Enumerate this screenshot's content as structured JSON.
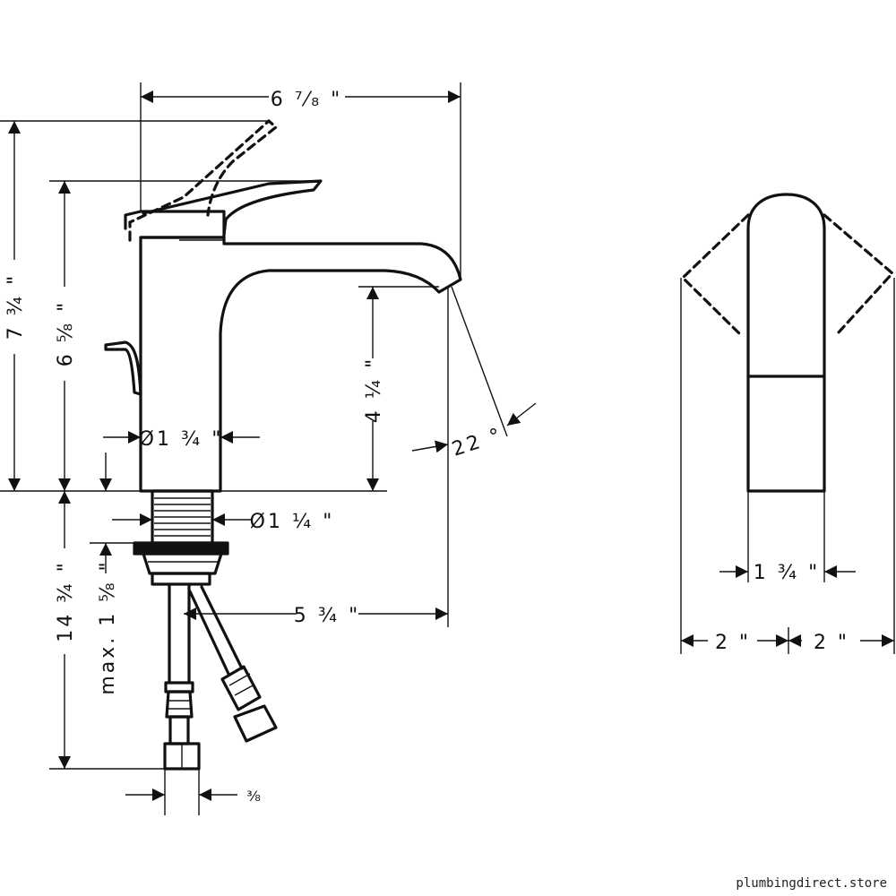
{
  "dimensions": {
    "overall_width": "6 ⁷⁄₈ \"",
    "total_height": "7 ¾ \"",
    "body_height": "6 ⅝ \"",
    "spout_clearance": "4 ¼ \"",
    "spout_angle": "22 °",
    "body_diameter": "Ø1 ¾ \"",
    "shank_diameter": "Ø1 ¼ \"",
    "spout_reach": "5 ¾ \"",
    "hose_length": "14 ¾ \"",
    "max_deck": "max.  1 ⅝ \"",
    "hose_connection": "⅜",
    "handle_width": "1 ¾ \"",
    "handle_swing_left": "2 \"",
    "handle_swing_right": "2 \""
  },
  "watermark": "plumbingdirect.store"
}
